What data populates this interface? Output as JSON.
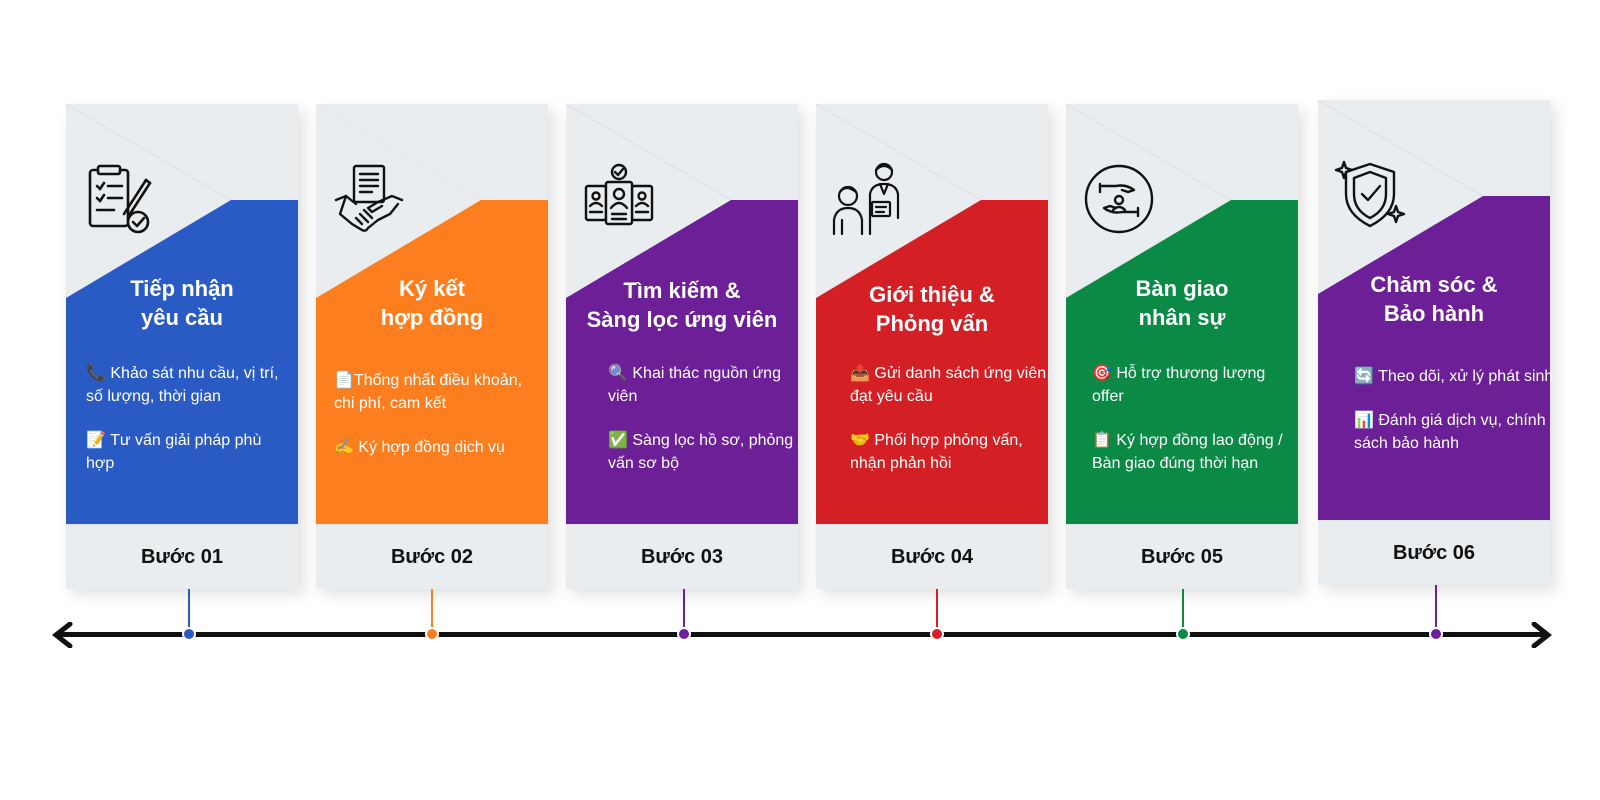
{
  "colors": {
    "step1": "#2a5bc4",
    "step2": "#fd7e1e",
    "step3": "#6c1f97",
    "step4": "#d42024",
    "step5": "#0b8a46",
    "step6": "#6c1f97",
    "axis": "#111111"
  },
  "steps": [
    {
      "icon": "document-checklist-icon",
      "title": "Tiếp nhận\nyêu cầu",
      "items": [
        "📞  Khảo sát nhu cầu, vị trí, số lượng, thời gian",
        "📝 Tư vấn giải pháp phù hợp"
      ],
      "step_label": "Bước 01"
    },
    {
      "icon": "handshake-contract-icon",
      "title": "Ký kết\nhợp đồng",
      "items": [
        "📄Thống nhất điều khoản, chi phí, cam kết",
        "✍️ Ký hợp đồng dịch vụ"
      ],
      "step_label": "Bước 02"
    },
    {
      "icon": "candidate-profiles-icon",
      "title": "Tìm kiếm &\nSàng lọc ứng viên",
      "items": [
        "🔍 Khai thác nguồn ứng viên",
        "✅ Sàng lọc hồ sơ, phỏng vấn sơ bộ"
      ],
      "step_label": "Bước 03"
    },
    {
      "icon": "interview-icon",
      "title": "Giới thiệu &\nPhỏng vấn",
      "items": [
        "📤 Gửi danh sách ứng viên đạt yêu cầu",
        "🤝 Phối hợp phỏng vấn, nhận phản hồi"
      ],
      "step_label": "Bước 04"
    },
    {
      "icon": "hand-over-person-icon",
      "title": "Bàn giao\nnhân sự",
      "items": [
        "🎯 Hỗ trợ thương lượng offer",
        "📋 Ký hợp đồng lao động / Bàn giao đúng thời hạn"
      ],
      "step_label": "Bước 05"
    },
    {
      "icon": "shield-check-icon",
      "title": "Chăm sóc &\nBảo hành",
      "items": [
        "🔄 Theo dõi, xử lý phát sinh",
        "📊 Đánh giá dịch vụ, chính sách bảo hành"
      ],
      "step_label": "Bước 06"
    }
  ]
}
